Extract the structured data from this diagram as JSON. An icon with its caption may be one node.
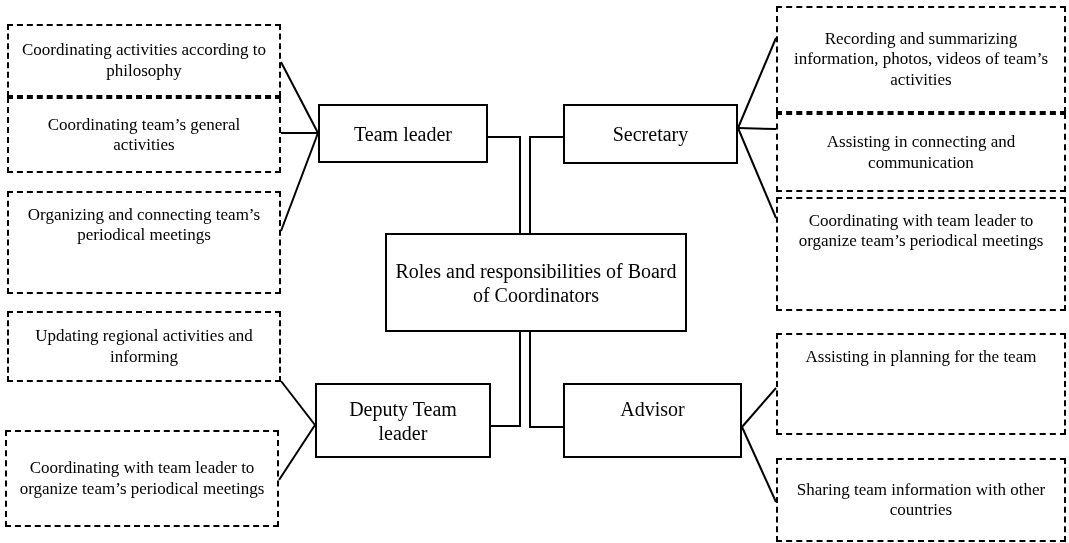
{
  "diagram": {
    "nodes": [
      {
        "text": [
          "Coordinating activities according to philosophy"
        ]
      },
      {
        "text": [
          "Coordinating team’s general activities"
        ]
      },
      {
        "text": [
          "Organizing and connecting team’s periodical meetings"
        ]
      },
      {
        "text": [
          "Team leader"
        ]
      },
      {
        "text": [
          "Secretary"
        ]
      },
      {
        "text": [
          "Recording and summarizing information, photos, videos of team’s activities"
        ]
      },
      {
        "text": [
          "Assisting in connecting and communication"
        ]
      },
      {
        "text": [
          "Coordinating with team leader to organize team’s periodical meetings"
        ]
      },
      {
        "text": [
          "Roles and responsibilities of Board of Coordinators"
        ]
      },
      {
        "text": [
          "Updating regional activities and informing"
        ]
      },
      {
        "text": [
          "Coordinating with team leader to organize team’s periodical meetings"
        ]
      },
      {
        "text": [
          "Deputy Team leader"
        ]
      },
      {
        "text": [
          "Advisor"
        ]
      },
      {
        "text": [
          "Assisting in planning for the team"
        ]
      },
      {
        "text": [
          "Sharing team information with other countries"
        ]
      }
    ],
    "edges": [
      {
        "from": 3,
        "to": 0,
        "arrow": "none"
      },
      {
        "from": 3,
        "to": 1,
        "arrow": "none"
      },
      {
        "from": 3,
        "to": 2,
        "arrow": "none"
      },
      {
        "from": 4,
        "to": 5,
        "arrow": "none"
      },
      {
        "from": 4,
        "to": 6,
        "arrow": "none"
      },
      {
        "from": 4,
        "to": 7,
        "arrow": "none"
      },
      {
        "from": 8,
        "to": 3,
        "arrow": "none"
      },
      {
        "from": 8,
        "to": 4,
        "arrow": "none"
      },
      {
        "from": 8,
        "to": 11,
        "arrow": "none"
      },
      {
        "from": 8,
        "to": 12,
        "arrow": "none"
      },
      {
        "from": 11,
        "to": 9,
        "arrow": "none"
      },
      {
        "from": 11,
        "to": 10,
        "arrow": "none"
      },
      {
        "from": 12,
        "to": 13,
        "arrow": "none"
      },
      {
        "from": 12,
        "to": 14,
        "arrow": "none"
      }
    ]
  }
}
